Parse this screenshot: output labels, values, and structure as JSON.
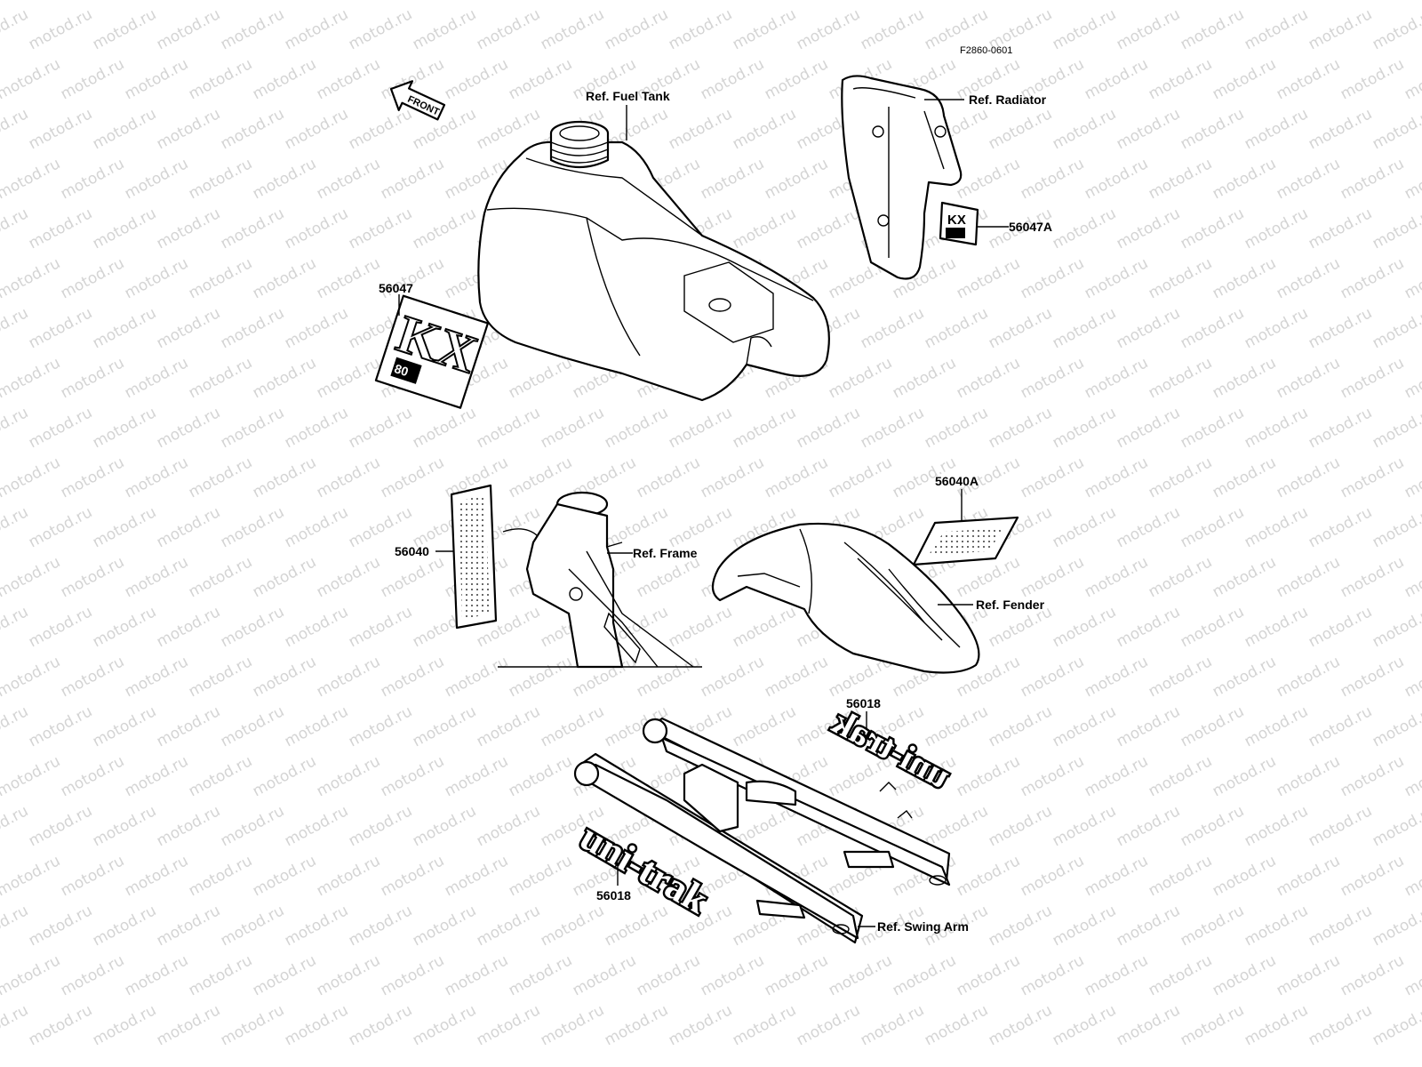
{
  "figure_code": "F2860-0601",
  "watermark": "motod.ru",
  "arrow_text": "FRONT",
  "decals": {
    "kx_text": "KX",
    "kx_size": "80",
    "unitrak_text": "uni-trak"
  },
  "labels": [
    {
      "id": "fuel-tank",
      "text": "Ref. Fuel Tank"
    },
    {
      "id": "radiator",
      "text": "Ref. Radiator"
    },
    {
      "id": "56047A",
      "text": "56047A"
    },
    {
      "id": "56047",
      "text": "56047"
    },
    {
      "id": "56040A",
      "text": "56040A"
    },
    {
      "id": "56040",
      "text": "56040"
    },
    {
      "id": "frame",
      "text": "Ref. Frame"
    },
    {
      "id": "fender",
      "text": "Ref. Fender"
    },
    {
      "id": "56018-top",
      "text": "56018"
    },
    {
      "id": "56018-bottom",
      "text": "56018"
    },
    {
      "id": "swing-arm",
      "text": "Ref. Swing Arm"
    }
  ]
}
